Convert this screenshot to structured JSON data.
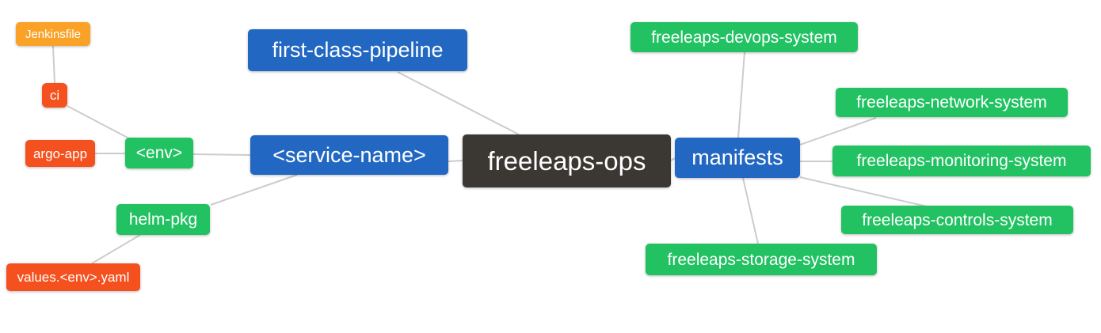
{
  "palette": {
    "levels": [
      "#3B3733",
      "#2268C2",
      "#22C262",
      "#F4511F",
      "#F9A227"
    ],
    "edge": "#CCCCCC",
    "text": "#FFFFFF",
    "background": "#FFFFFF"
  },
  "mindmap": {
    "nodes": [
      {
        "id": "freeleaps-ops",
        "label": "freeleaps-ops",
        "level": 0,
        "parent": null
      },
      {
        "id": "first-class-pipeline",
        "label": "first-class-pipeline",
        "level": 1,
        "parent": "freeleaps-ops"
      },
      {
        "id": "service-name",
        "label": "<service-name>",
        "level": 1,
        "parent": "freeleaps-ops"
      },
      {
        "id": "manifests",
        "label": "manifests",
        "level": 1,
        "parent": "freeleaps-ops"
      },
      {
        "id": "env",
        "label": "<env>",
        "level": 2,
        "parent": "service-name"
      },
      {
        "id": "helm-pkg",
        "label": "helm-pkg",
        "level": 2,
        "parent": "service-name"
      },
      {
        "id": "ci",
        "label": "ci",
        "level": 3,
        "parent": "env"
      },
      {
        "id": "argo-app",
        "label": "argo-app",
        "level": 3,
        "parent": "env"
      },
      {
        "id": "jenkinsfile",
        "label": "Jenkinsfile",
        "level": 4,
        "parent": "ci"
      },
      {
        "id": "values-env-yaml",
        "label": "values.<env>.yaml",
        "level": 3,
        "parent": "helm-pkg"
      },
      {
        "id": "freeleaps-devops-system",
        "label": "freeleaps-devops-system",
        "level": 2,
        "parent": "manifests"
      },
      {
        "id": "freeleaps-network-system",
        "label": "freeleaps-network-system",
        "level": 2,
        "parent": "manifests"
      },
      {
        "id": "freeleaps-monitoring-system",
        "label": "freeleaps-monitoring-system",
        "level": 2,
        "parent": "manifests"
      },
      {
        "id": "freeleaps-controls-system",
        "label": "freeleaps-controls-system",
        "level": 2,
        "parent": "manifests"
      },
      {
        "id": "freeleaps-storage-system",
        "label": "freeleaps-storage-system",
        "level": 2,
        "parent": "manifests"
      }
    ],
    "edges": [
      {
        "from": "jenkinsfile",
        "to": "ci"
      },
      {
        "from": "ci",
        "to": "env"
      },
      {
        "from": "argo-app",
        "to": "env"
      },
      {
        "from": "env",
        "to": "service-name"
      },
      {
        "from": "helm-pkg",
        "to": "service-name"
      },
      {
        "from": "values-env-yaml",
        "to": "helm-pkg"
      },
      {
        "from": "first-class-pipeline",
        "to": "freeleaps-ops"
      },
      {
        "from": "service-name",
        "to": "freeleaps-ops"
      },
      {
        "from": "freeleaps-ops",
        "to": "manifests"
      },
      {
        "from": "manifests",
        "to": "freeleaps-devops-system"
      },
      {
        "from": "manifests",
        "to": "freeleaps-network-system"
      },
      {
        "from": "manifests",
        "to": "freeleaps-monitoring-system"
      },
      {
        "from": "manifests",
        "to": "freeleaps-controls-system"
      },
      {
        "from": "manifests",
        "to": "freeleaps-storage-system"
      }
    ]
  }
}
